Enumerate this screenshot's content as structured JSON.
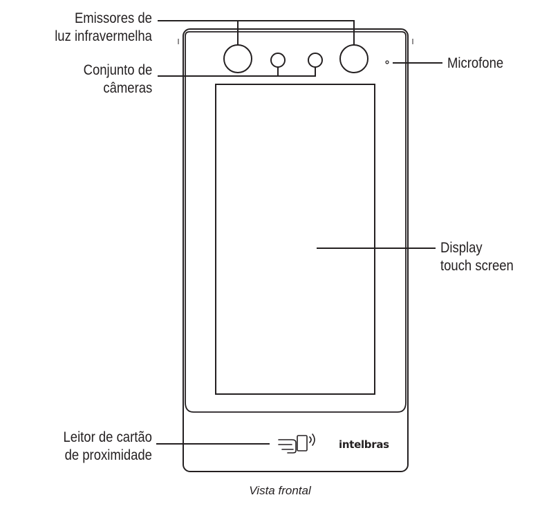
{
  "labels": {
    "ir_emitters": [
      "Emissores de",
      "luz infravermelha"
    ],
    "cameras": [
      "Conjunto de",
      "câmeras"
    ],
    "microphone": "Microfone",
    "display": [
      "Display",
      "touch screen"
    ],
    "card_reader": [
      "Leitor de cartão",
      "de proximidade"
    ]
  },
  "brand": "intelbras",
  "caption": "Vista frontal",
  "colors": {
    "line": "#231f20",
    "background": "#ffffff"
  }
}
